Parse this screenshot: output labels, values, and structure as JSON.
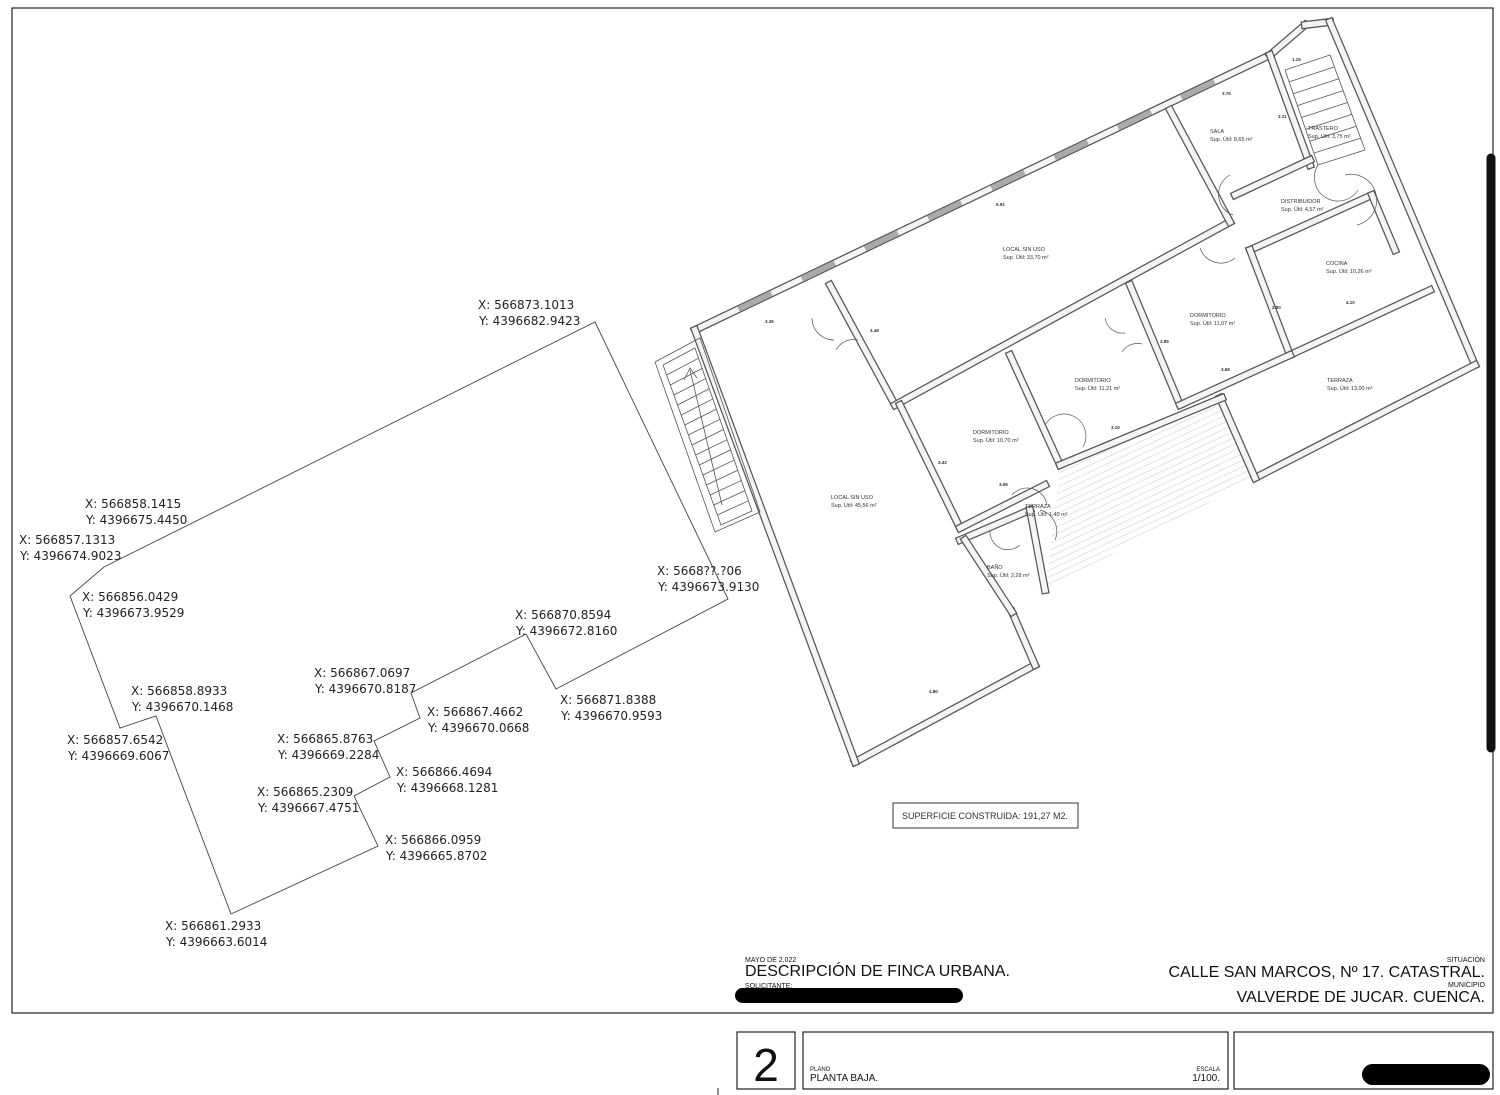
{
  "plan": {
    "coordinates": [
      {
        "x": "X: 566873.1013",
        "y": "Y: 4396682.9423"
      },
      {
        "x": "X: 566858.1415",
        "y": "Y: 4396675.4450"
      },
      {
        "x": "X: 566857.1313",
        "y": "Y: 4396674.9023"
      },
      {
        "x": "X: 566856.0429",
        "y": "Y: 4396673.9529"
      },
      {
        "x": "X: 5668??.?06",
        "y": "Y: 4396673.9130"
      },
      {
        "x": "X: 566870.8594",
        "y": "Y: 4396672.8160"
      },
      {
        "x": "X: 566871.8388",
        "y": "Y: 4396670.9593"
      },
      {
        "x": "X: 566867.0697",
        "y": "Y: 4396670.8187"
      },
      {
        "x": "X: 566867.4662",
        "y": "Y: 4396670.0668"
      },
      {
        "x": "X: 566858.8933",
        "y": "Y: 4396670.1468"
      },
      {
        "x": "X: 566857.6542",
        "y": "Y: 4396669.6067"
      },
      {
        "x": "X: 566865.8763",
        "y": "Y: 4396669.2284"
      },
      {
        "x": "X: 566866.4694",
        "y": "Y: 4396668.1281"
      },
      {
        "x": "X: 566865.2309",
        "y": "Y: 4396667.4751"
      },
      {
        "x": "X: 566866.0959",
        "y": "Y: 4396665.8702"
      },
      {
        "x": "X: 566861.2933",
        "y": "Y: 4396663.6014"
      }
    ],
    "rooms": [
      {
        "name": "SALA",
        "area": "Sup. Útil: 8,65 m²"
      },
      {
        "name": "TRASTERO",
        "area": "Sup. Útil: 3,75 m²"
      },
      {
        "name": "DISTRIBUIDOR",
        "area": "Sup. Útil: 4,57 m²"
      },
      {
        "name": "COCINA",
        "area": "Sup. Útil: 10,26 m²"
      },
      {
        "name": "LOCAL SIN USO",
        "area": "Sup. Útil: 33,70 m²"
      },
      {
        "name": "DORMITORIO",
        "area": "Sup. Útil: 11,07 m²"
      },
      {
        "name": "DORMITORIO",
        "area": "Sup. Útil: 11,21 m²"
      },
      {
        "name": "TERRAZA",
        "area": "Sup. Útil: 13,00 m²"
      },
      {
        "name": "DORMITORIO",
        "area": "Sup. Útil: 10,70 m²"
      },
      {
        "name": "LOCAL SIN USO",
        "area": "Sup. Útil: 45,56 m²"
      },
      {
        "name": "TERRAZA",
        "area": "Sup. Útil: 1,40 m²"
      },
      {
        "name": "BAÑO",
        "area": "Sup. Útil: 2,28 m²"
      }
    ],
    "dimensions": [
      "3.75",
      "3.11",
      "9.92",
      "3.36",
      "3.48",
      "3.89",
      "2.80",
      "4.10",
      "3.68",
      "3.10",
      "3.43",
      "3.06",
      "4.80",
      "1.15"
    ],
    "built_area": "SUPERFICIE CONSTRUIDA: 191,27 M2."
  },
  "title_block": {
    "date": "MAYO DE 2.022",
    "description": "DESCRIPCIÓN DE FINCA URBANA.",
    "applicant_label": "SOLICITANTE:",
    "situation_label": "SITUACIÓN",
    "address": "CALLE SAN MARCOS, Nº 17. CATASTRAL.",
    "municipality_label": "MUNICIPIO",
    "municipality": "VALVERDE DE JUCAR. CUENCA.",
    "sheet_number": "2",
    "plan_label": "PLANO",
    "plan_name": "PLANTA BAJA.",
    "scale_label": "ESCALA",
    "scale": "1/100."
  }
}
